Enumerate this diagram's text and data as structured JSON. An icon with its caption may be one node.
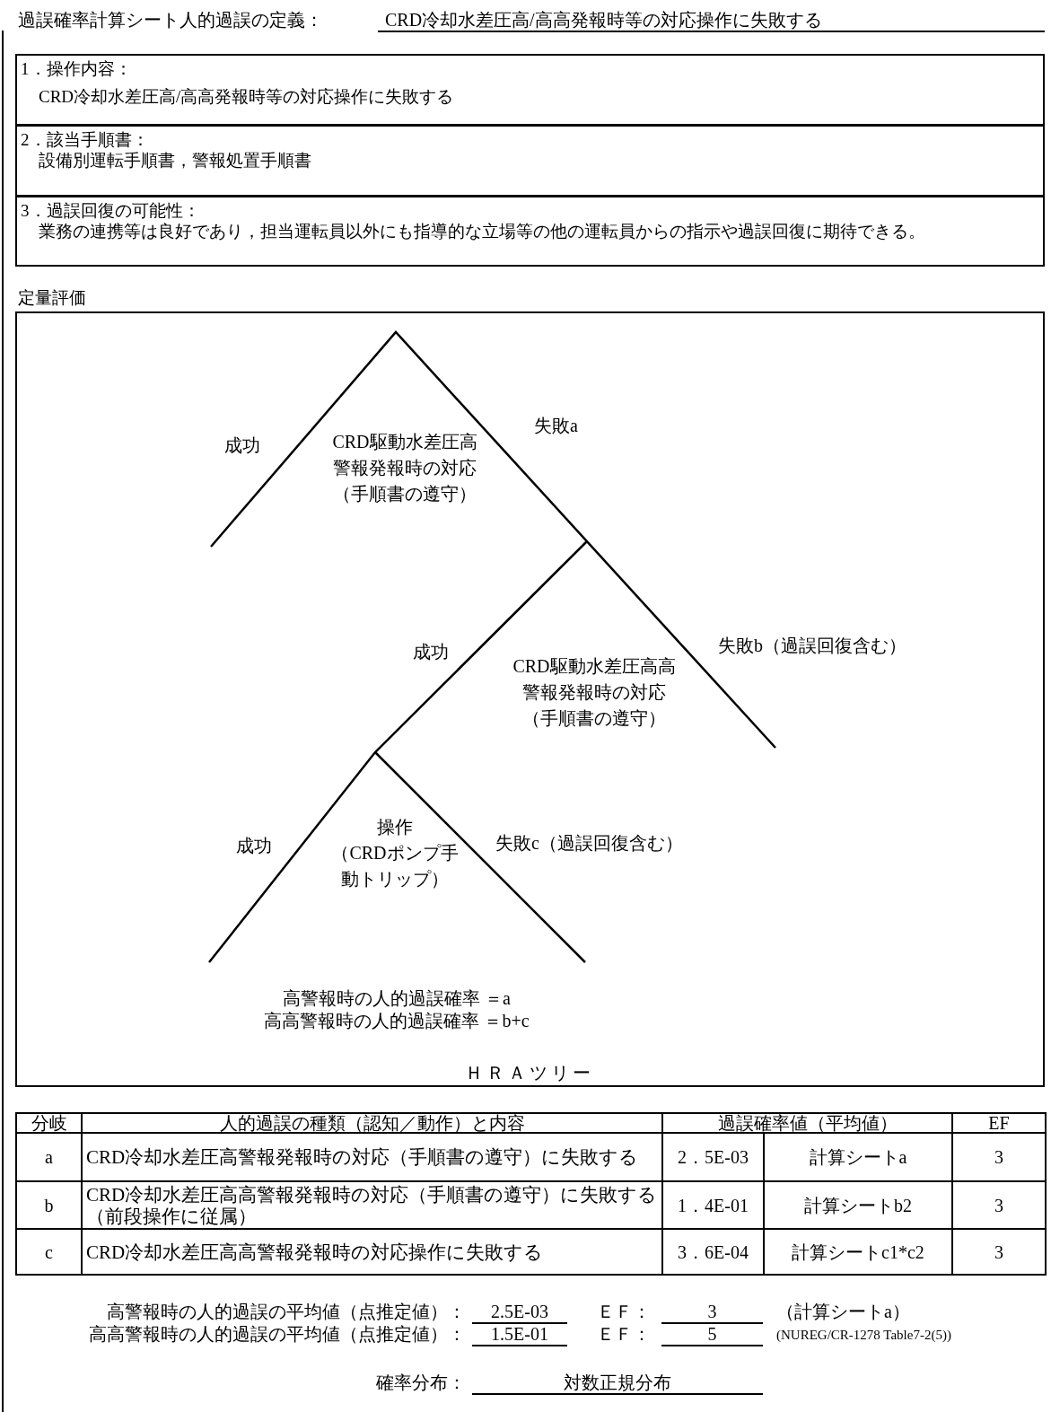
{
  "diagram": {
    "title": "過誤確率計算シート人的過誤の定義：",
    "nodes": [
      {
        "text": [
          "1．操作内容：",
          "CRD冷却水差圧高/高高発報時等の対応操作に失敗する"
        ]
      },
      {
        "text": [
          "2．該当手順書：",
          "設備別運転手順書，警報処置手順書"
        ]
      },
      {
        "text": [
          "3．過誤回復の可能性：",
          "業務の連携等は良好であり，担当運転員以外にも指導的な立場等の他の運転員からの指示や過誤回復に期待できる。"
        ]
      },
      {
        "text": [
          "定量評価"
        ]
      }
    ],
    "labels": [
      "CRD冷却水差圧高/高高発報時等の対応操作に失敗する",
      "成功",
      "CRD駆動水差圧高警報発報時の対応（手順書の遵守）",
      "失敗a",
      "成功",
      "CRD駆動水差圧高高警報発報時の対応（手順書の遵守）",
      "失敗b（過誤回復含む）",
      "成功",
      "操作",
      "（CRDポンプ手動トリップ）",
      "失敗c（過誤回復含む）",
      "高警報時の人的過誤確率 ＝a",
      "高高警報時の人的過誤確率 ＝b+c",
      "ＨＲＡツリー",
      "分岐",
      "人的過誤の種類（認知／動作）と内容",
      "過誤確率値（平均値）",
      "EF",
      "a",
      "CRD冷却水差圧高警報発報時の対応（手順書の遵守）に失敗する",
      "2．5E-03",
      "計算シートa",
      "3",
      "b",
      "CRD冷却水差圧高高警報発報時の対応（手順書の遵守）に失敗する（前段操作に従属）",
      "1．4E-01",
      "計算シートb2",
      "3",
      "c",
      "CRD冷却水差圧高高警報発報時の対応操作に失敗する",
      "3．6E-04",
      "計算シートc1*c2",
      "3",
      "高警報時の人的過誤の平均値（点推定値）：",
      "2.5E-03",
      "ＥＦ：",
      "3",
      "（計算シートa）",
      "高高警報時の人的過誤の平均値（点推定値）：",
      "1.5E-01",
      "ＥＦ：",
      "5",
      "(NUREG/CR-1278 Table7-2(5))",
      "確率分布：",
      "対数正規分布"
    ]
  }
}
